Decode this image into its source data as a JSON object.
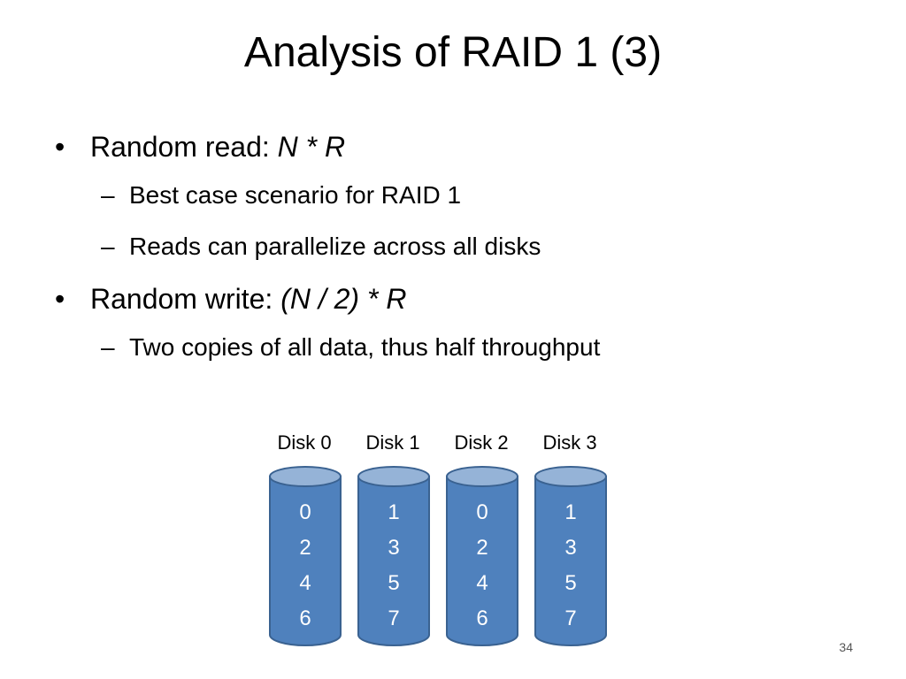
{
  "slide": {
    "title": "Analysis of RAID 1 (3)",
    "page_number": "34"
  },
  "bullets": [
    {
      "prefix": "Random read: ",
      "formula": "N * R",
      "subs": [
        "Best case scenario for RAID 1",
        "Reads can parallelize across all disks"
      ]
    },
    {
      "prefix": "Random write: ",
      "formula": "(N / 2) * R",
      "subs": [
        "Two copies of all data, thus half throughput"
      ]
    }
  ],
  "symbols": {
    "bullet": "•",
    "dash": "–"
  },
  "disks": [
    {
      "label": "Disk 0",
      "blocks": [
        "0",
        "2",
        "4",
        "6"
      ]
    },
    {
      "label": "Disk 1",
      "blocks": [
        "1",
        "3",
        "5",
        "7"
      ]
    },
    {
      "label": "Disk 2",
      "blocks": [
        "0",
        "2",
        "4",
        "6"
      ]
    },
    {
      "label": "Disk 3",
      "blocks": [
        "1",
        "3",
        "5",
        "7"
      ]
    }
  ],
  "colors": {
    "disk_body": "#4f81bd",
    "disk_top": "#95b3d7",
    "disk_stroke": "#3a6291"
  }
}
